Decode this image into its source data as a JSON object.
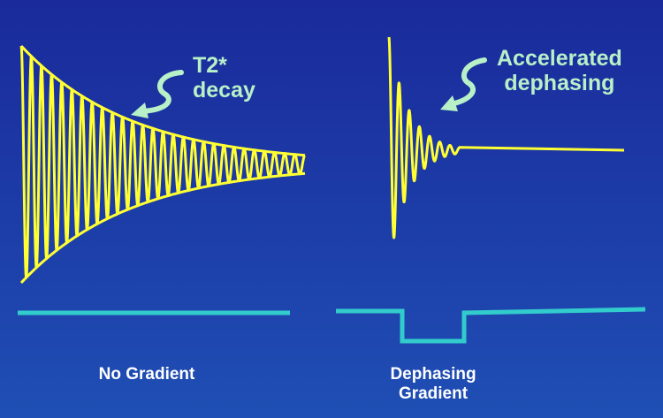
{
  "colors": {
    "background_top": "#1a2a9a",
    "background_bottom": "#1f4fb4",
    "signal": "#ffff33",
    "gradient_line": "#33cccc",
    "annotation_text": "#b8f0c8",
    "annotation_arrow": "#b8f0c8",
    "label_text": "#ffffff"
  },
  "left_panel": {
    "annotation": {
      "line1": "T2*",
      "line2": "decay"
    },
    "label": "No Gradient",
    "icon": "curved-arrow-icon"
  },
  "right_panel": {
    "annotation": {
      "line1": "Accelerated",
      "line2": "dephasing"
    },
    "label": {
      "line1": "Dephasing",
      "line2": "Gradient"
    },
    "icon": "curved-arrow-icon"
  }
}
